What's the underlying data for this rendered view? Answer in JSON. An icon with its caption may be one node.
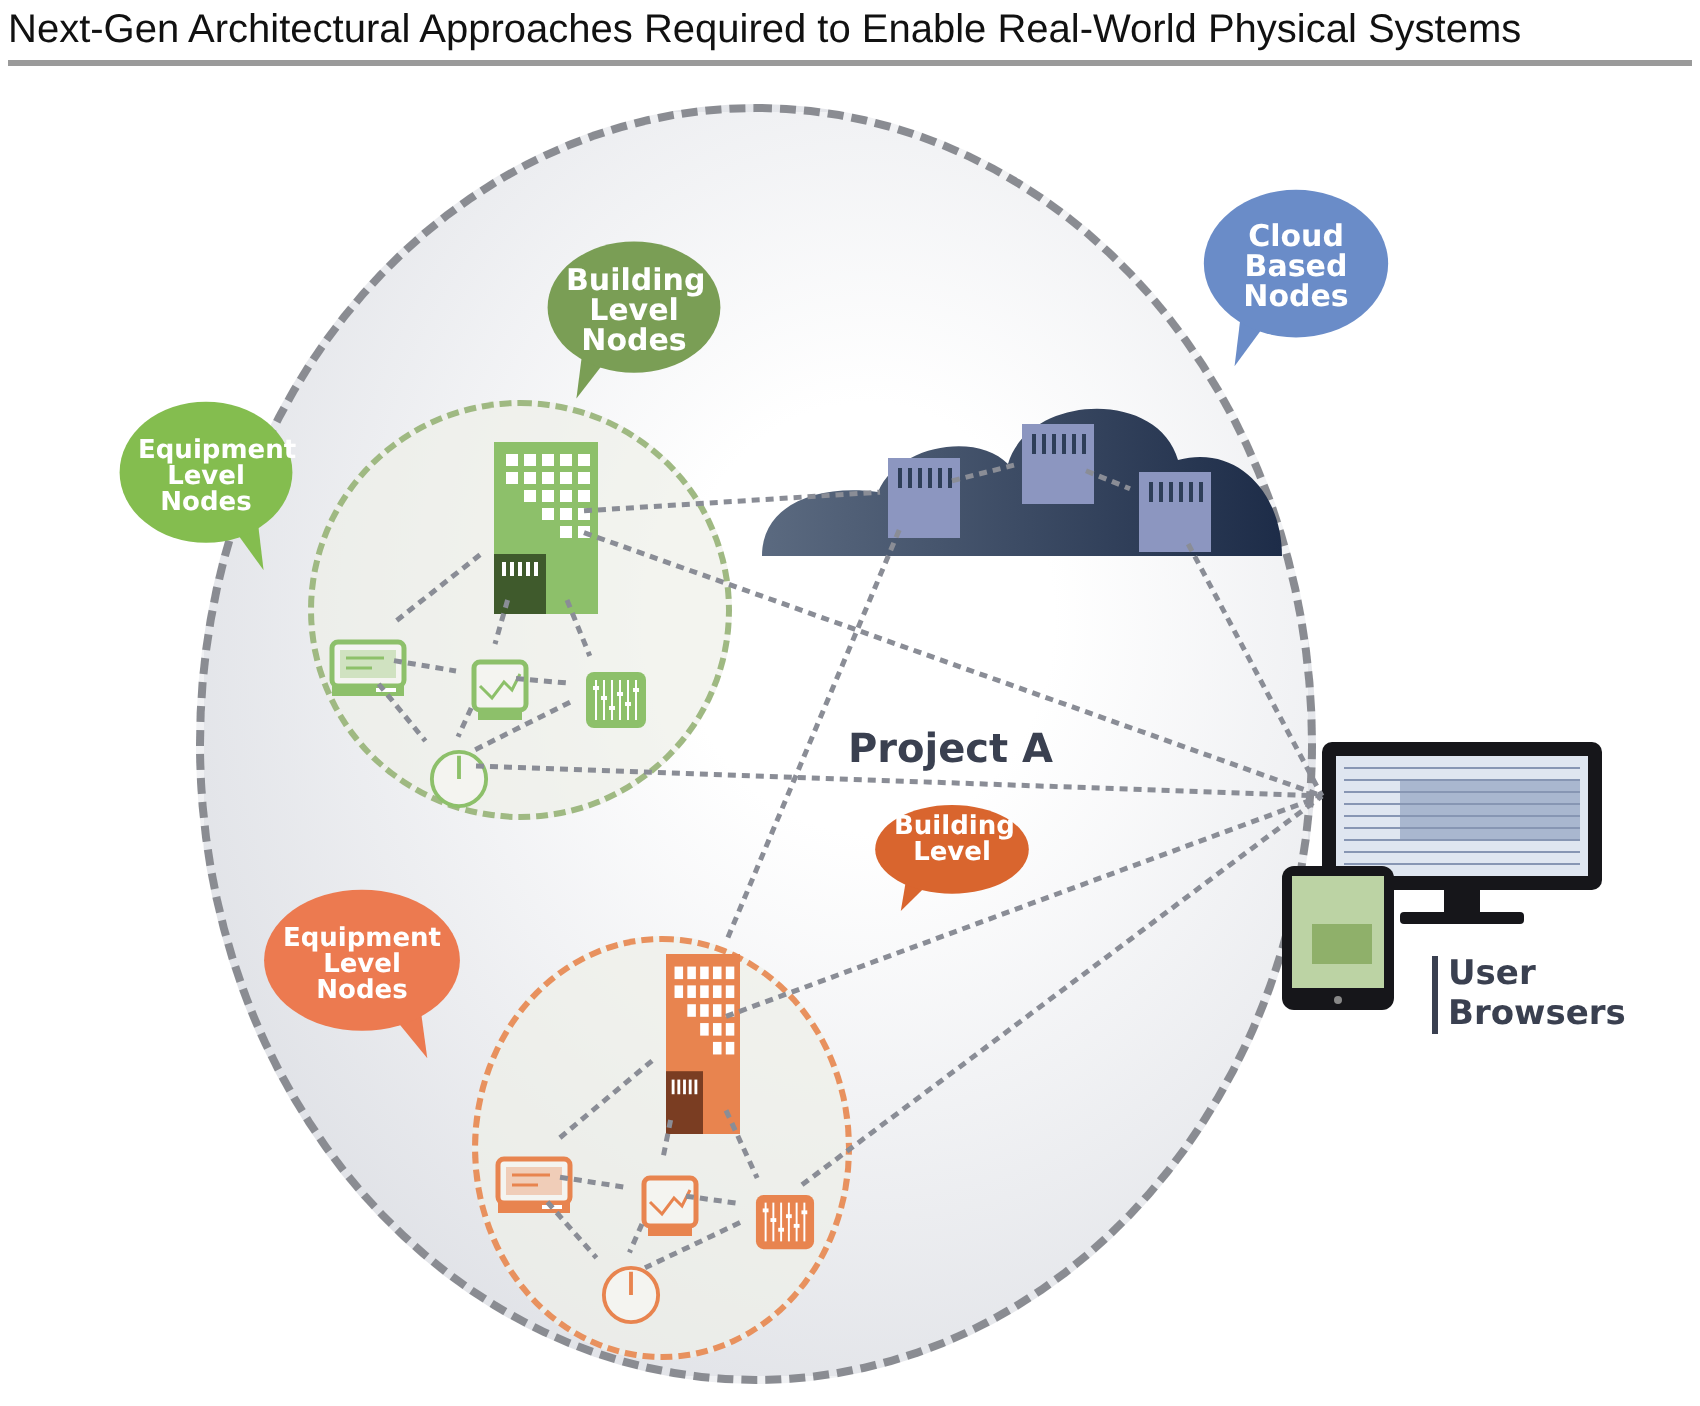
{
  "diagram": {
    "title": "Next-Gen Architectural Approaches Required to Enable Real-World Physical Systems",
    "nodes": [
      {
        "text": [
          "Project A"
        ]
      },
      {
        "text": [],
        "shape": "circle",
        "in": 0
      },
      {
        "text": [
          "Building Level Nodes"
        ],
        "in": 0
      },
      {
        "text": [
          "Equipment Level Nodes"
        ]
      },
      {
        "text": [],
        "shape": "picture",
        "in": 1
      },
      {
        "text": [],
        "shape": "picture",
        "in": 1
      },
      {
        "text": [],
        "shape": "picture",
        "in": 1
      },
      {
        "text": [],
        "shape": "picture",
        "in": 1
      },
      {
        "text": [],
        "shape": "circle",
        "in": 1
      },
      {
        "text": [],
        "shape": "cloud",
        "in": 0
      },
      {
        "text": [],
        "shape": "box",
        "in": 9
      },
      {
        "text": [],
        "shape": "box",
        "in": 9
      },
      {
        "text": [],
        "shape": "box",
        "in": 9
      },
      {
        "text": [
          "Cloud Based Nodes"
        ]
      },
      {
        "text": [],
        "shape": "circle",
        "in": 0
      },
      {
        "text": [
          "Building Level"
        ],
        "in": 0
      },
      {
        "text": [
          "Equipment Level Nodes"
        ],
        "in": 0
      },
      {
        "text": [],
        "shape": "picture",
        "in": 14
      },
      {
        "text": [],
        "shape": "picture",
        "in": 14
      },
      {
        "text": [],
        "shape": "picture",
        "in": 14
      },
      {
        "text": [],
        "shape": "picture",
        "in": 14
      },
      {
        "text": [],
        "shape": "circle",
        "in": 14
      },
      {
        "text": [],
        "shape": "picture",
        "beside": [
          "User Browsers"
        ]
      },
      {
        "text": [],
        "shape": "picture"
      }
    ],
    "edges": [
      {
        "from": 4,
        "to": 5,
        "arrow": "none",
        "style": "dashed"
      },
      {
        "from": 4,
        "to": 6,
        "arrow": "none",
        "style": "dashed"
      },
      {
        "from": 4,
        "to": 7,
        "arrow": "none",
        "style": "dashed"
      },
      {
        "from": 5,
        "to": 6,
        "arrow": "none",
        "style": "dashed"
      },
      {
        "from": 6,
        "to": 7,
        "arrow": "none",
        "style": "dashed"
      },
      {
        "from": 5,
        "to": 8,
        "arrow": "none",
        "style": "dashed"
      },
      {
        "from": 6,
        "to": 8,
        "arrow": "none",
        "style": "dashed"
      },
      {
        "from": 7,
        "to": 8,
        "arrow": "none",
        "style": "dashed"
      },
      {
        "from": 4,
        "to": 10,
        "arrow": "none",
        "style": "dashed"
      },
      {
        "from": 4,
        "to": 22,
        "arrow": "none",
        "style": "dashed"
      },
      {
        "from": 8,
        "to": 22,
        "arrow": "none",
        "style": "dashed"
      },
      {
        "from": 10,
        "to": 11,
        "arrow": "none",
        "style": "dashed"
      },
      {
        "from": 11,
        "to": 12,
        "arrow": "none",
        "style": "dashed"
      },
      {
        "from": 10,
        "to": 17,
        "arrow": "none",
        "style": "dashed"
      },
      {
        "from": 12,
        "to": 22,
        "arrow": "none",
        "style": "dashed"
      },
      {
        "from": 17,
        "to": 18,
        "arrow": "none",
        "style": "dashed"
      },
      {
        "from": 17,
        "to": 19,
        "arrow": "none",
        "style": "dashed"
      },
      {
        "from": 17,
        "to": 20,
        "arrow": "none",
        "style": "dashed"
      },
      {
        "from": 18,
        "to": 19,
        "arrow": "none",
        "style": "dashed"
      },
      {
        "from": 19,
        "to": 20,
        "arrow": "none",
        "style": "dashed"
      },
      {
        "from": 18,
        "to": 21,
        "arrow": "none",
        "style": "dashed"
      },
      {
        "from": 19,
        "to": 21,
        "arrow": "none",
        "style": "dashed"
      },
      {
        "from": 20,
        "to": 21,
        "arrow": "none",
        "style": "dashed"
      },
      {
        "from": 17,
        "to": 22,
        "arrow": "none",
        "style": "dashed"
      },
      {
        "from": 20,
        "to": 22,
        "arrow": "none",
        "style": "dashed"
      }
    ]
  }
}
